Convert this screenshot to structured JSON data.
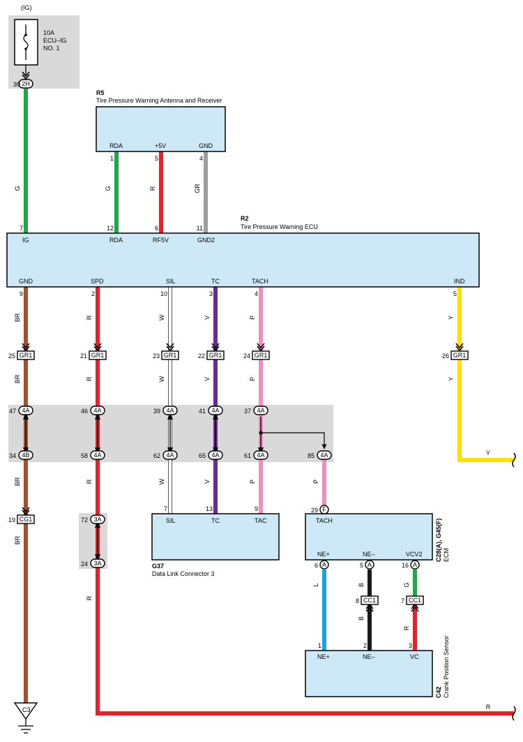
{
  "power": {
    "supply": "(IG)",
    "fuse_amp": "10A",
    "fuse_name": "ECU–IG",
    "fuse_no": "NO. 1"
  },
  "colors": {
    "G": "#1ea84a",
    "R": "#e8202a",
    "GR": "#9d9d9d",
    "BR": "#a0522d",
    "V": "#6a2c91",
    "W": "#ffffff",
    "P": "#ef8ec0",
    "Y": "#ffe000",
    "L": "#1aa3e0",
    "B": "#1a1a1a",
    "box": "#cde9f7",
    "shade": "#d9d9d9"
  },
  "components": {
    "r5": {
      "code": "R5",
      "name": "Tire Pressure Warning Antenna and Receiver",
      "pins": {
        "rda": "RDA",
        "v5": "+5V",
        "gnd": "GND"
      }
    },
    "r2": {
      "code": "R2",
      "name": "Tire Pressure Warning ECU",
      "top_pins": {
        "ig": "IG",
        "rda": "RDA",
        "rf5v": "RF5V",
        "gnd2": "GND2"
      },
      "bottom_pins": {
        "gnd": "GND",
        "spd": "SPD",
        "sil": "SIL",
        "tc": "TC",
        "tach": "TACH",
        "ind": "IND"
      }
    },
    "g37": {
      "code": "G37",
      "name": "Data Link Connector 3",
      "pins": {
        "sil": "SIL",
        "tc": "TC",
        "tac": "TAC"
      }
    },
    "ecm": {
      "code": "C28(A), G45(F)",
      "name": "ECM",
      "pins": {
        "tach": "TACH",
        "ne_plus": "NE+",
        "ne_minus": "NE–",
        "vcv2": "VCV2"
      }
    },
    "c42": {
      "code": "C42",
      "name": "Crank Position Sensor",
      "pins": {
        "ne_plus": "NE+",
        "ne_minus": "NE–",
        "vc": "VC"
      }
    },
    "ground": {
      "label": "C3"
    }
  },
  "connectors": {
    "2H": "2H",
    "GR1": "GR1",
    "4A": "4A",
    "4B": "4B",
    "CG1": "CG1",
    "3A": "3A",
    "F": "F",
    "A": "A",
    "CC1": "CC1"
  },
  "wire_labels": {
    "G": "G",
    "R": "R",
    "GR": "GR",
    "BR": "BR",
    "W": "W",
    "V": "V",
    "P": "P",
    "Y": "Y",
    "L": "L",
    "B": "B"
  },
  "pins": {
    "p30": "30",
    "p7": "7",
    "p1": "1",
    "p5": "5",
    "p4": "4",
    "p12": "12",
    "p6": "6",
    "p11": "11",
    "p9": "9",
    "p2": "2",
    "p10": "10",
    "p3": "3",
    "p4b": "4",
    "p5b": "5",
    "p25": "25",
    "p21": "21",
    "p23": "23",
    "p22": "22",
    "p24": "24",
    "p26": "26",
    "p47": "47",
    "p46": "46",
    "p39": "39",
    "p41": "41",
    "p37": "37",
    "p34": "34",
    "p58": "58",
    "p62": "62",
    "p65": "65",
    "p61": "61",
    "p85": "85",
    "p19": "19",
    "p72": "72",
    "p24b": "24",
    "p7b": "7",
    "p13": "13",
    "p9b": "9",
    "p29": "29",
    "p6b": "6",
    "p5c": "5",
    "p16": "16",
    "p8": "8",
    "p7c": "7",
    "p1b": "1",
    "p2b": "2",
    "p3b": "3"
  }
}
